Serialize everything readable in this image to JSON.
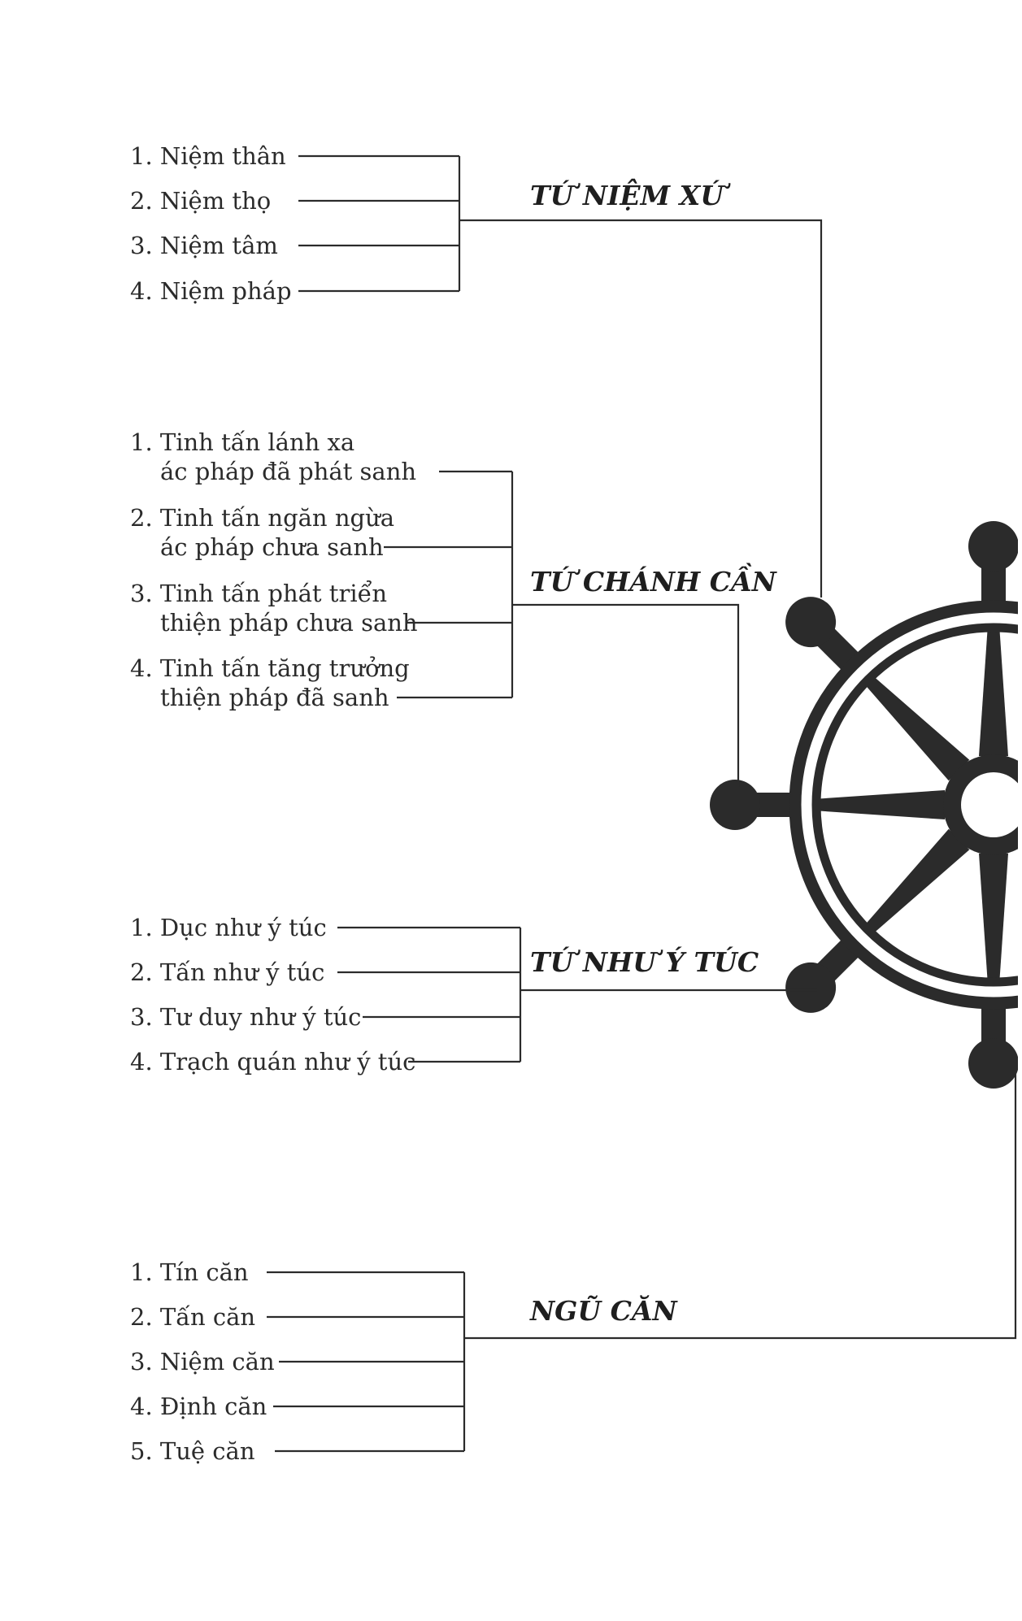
{
  "groups": [
    {
      "title": "TỨ NIỆM XỨ",
      "items": [
        [
          "1. Niệm thân"
        ],
        [
          "2. Niệm thọ"
        ],
        [
          "3. Niệm tâm"
        ],
        [
          "4. Niệm pháp"
        ]
      ]
    },
    {
      "title": "TỨ CHÁNH CẦN",
      "items": [
        [
          "1. Tinh tấn lánh xa",
          "ác pháp đã phát sanh"
        ],
        [
          "2. Tinh tấn ngăn ngừa",
          "ác pháp chưa sanh"
        ],
        [
          "3. Tinh tấn phát triển",
          "thiện pháp chưa sanh"
        ],
        [
          "4. Tinh tấn tăng trưởng",
          "thiện pháp đã sanh"
        ]
      ]
    },
    {
      "title": "TỨ NHƯ Ý TÚC",
      "items": [
        [
          "1. Dục như ý túc"
        ],
        [
          "2. Tấn như ý túc"
        ],
        [
          "3. Tư duy như ý túc"
        ],
        [
          "4. Trạch quán như ý túc"
        ]
      ]
    },
    {
      "title": "NGŨ CĂN",
      "items": [
        [
          "1. Tín căn"
        ],
        [
          "2. Tấn căn"
        ],
        [
          "3. Niệm căn"
        ],
        [
          "4. Định căn"
        ],
        [
          "5. Tuệ căn"
        ]
      ]
    }
  ],
  "colors": {
    "ink": "#2b2b2b",
    "background": "#ffffff"
  },
  "icons": {
    "wheel": "dharma-wheel-icon"
  }
}
